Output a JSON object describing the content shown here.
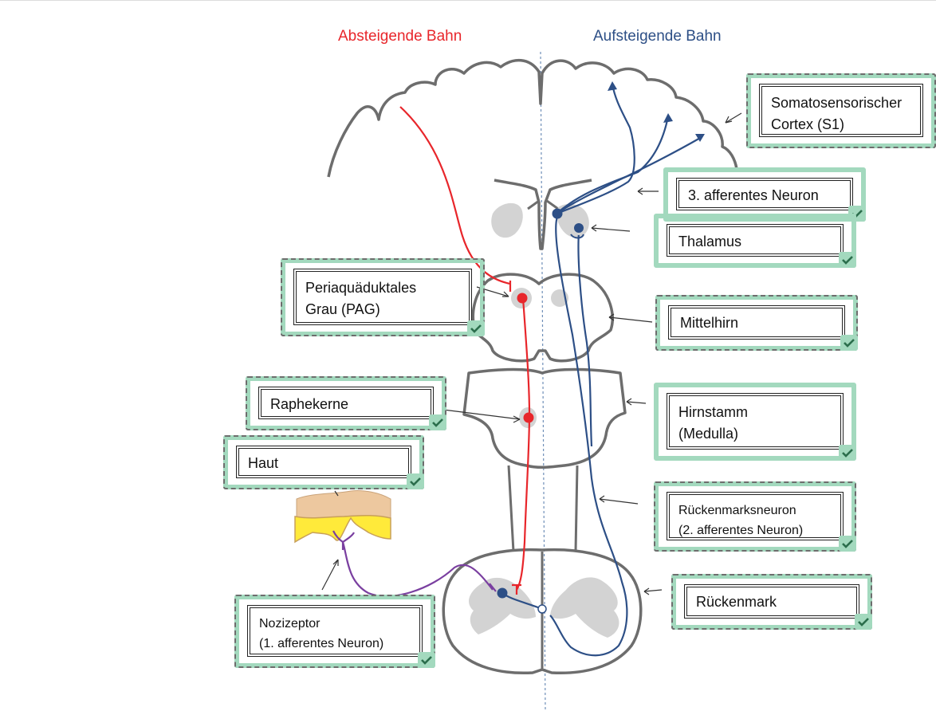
{
  "headers": {
    "descending": "Absteigende Bahn",
    "ascending": "Aufsteigende Bahn"
  },
  "colors": {
    "descending": "#e8262b",
    "ascending": "#2d4f86",
    "receptor": "#7a3fa0",
    "outline": "#6d6d6d",
    "nucleus": "#d3d3d3",
    "label_border": "#a3d9be"
  },
  "labels": {
    "cortex": {
      "line1": "Somatosensorischer",
      "line2": "Cortex (S1)"
    },
    "neuron3": {
      "line1": "3. afferentes Neuron"
    },
    "thalamus": {
      "line1": "Thalamus"
    },
    "pag": {
      "line1": "Periaquäduktales",
      "line2": "Grau (PAG)"
    },
    "midbrain": {
      "line1": "Mittelhirn"
    },
    "raphe": {
      "line1": "Raphekerne"
    },
    "medulla": {
      "line1": "Hirnstamm",
      "line2": "(Medulla)"
    },
    "skin": {
      "line1": "Haut"
    },
    "spinal_neuron": {
      "line1": "Rückenmarksneuron",
      "line2": "(2. afferentes Neuron)"
    },
    "spinal_cord": {
      "line1": "Rückenmark"
    },
    "nociceptor": {
      "line1": "Nozizeptor",
      "line2": "(1. afferentes Neuron)"
    }
  },
  "icons": {
    "check": "check-icon"
  }
}
